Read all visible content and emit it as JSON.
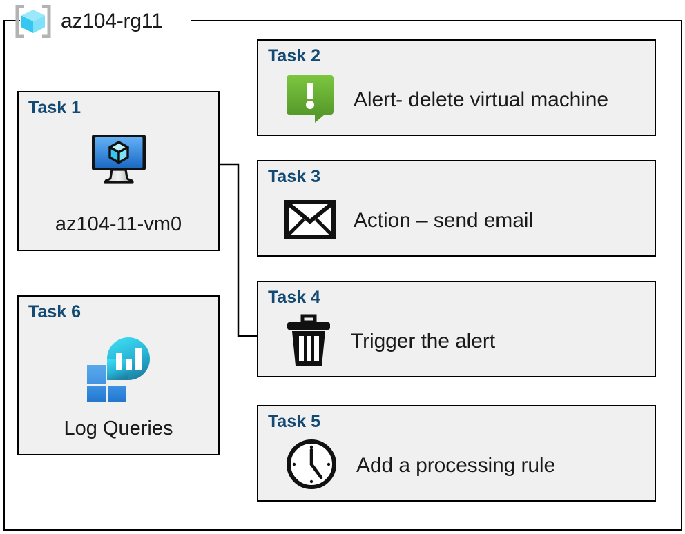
{
  "resource_group": {
    "name": "az104-rg11",
    "icon": "azure-resource-group-icon"
  },
  "colors": {
    "task_label": "#134a73",
    "card_fill": "#f0f0f0",
    "card_border": "#000000",
    "alert_green_light": "#7ac143",
    "alert_green_dark": "#5a9e2f",
    "vm_blue_light": "#58a6f0",
    "vm_blue_dark": "#1f6fc4",
    "log_square_blue": "#2d8ce0",
    "log_square_blue_light": "#4a9ae8",
    "log_bubble_cyan": "#33d2ef",
    "log_bubble_teal": "#1f88a8"
  },
  "cards": [
    {
      "id": "task1",
      "title": "Task 1",
      "caption": "az104-11-vm0",
      "icon": "virtual-machine-icon",
      "column": "left"
    },
    {
      "id": "task2",
      "title": "Task 2",
      "caption": "Alert- delete virtual machine",
      "icon": "alert-bubble-icon",
      "column": "right"
    },
    {
      "id": "task3",
      "title": "Task 3",
      "caption": "Action – send email",
      "icon": "envelope-icon",
      "column": "right"
    },
    {
      "id": "task4",
      "title": "Task 4",
      "caption": "Trigger the alert",
      "icon": "trash-can-icon",
      "column": "right"
    },
    {
      "id": "task5",
      "title": "Task 5",
      "caption": "Add a processing rule",
      "icon": "clock-icon",
      "column": "right"
    },
    {
      "id": "task6",
      "title": "Task 6",
      "caption": "Log Queries",
      "icon": "log-analytics-icon",
      "column": "left"
    }
  ],
  "connector": {
    "from": "task1-virtual-machine-icon",
    "to": "task4-card",
    "arrowhead": "right"
  }
}
